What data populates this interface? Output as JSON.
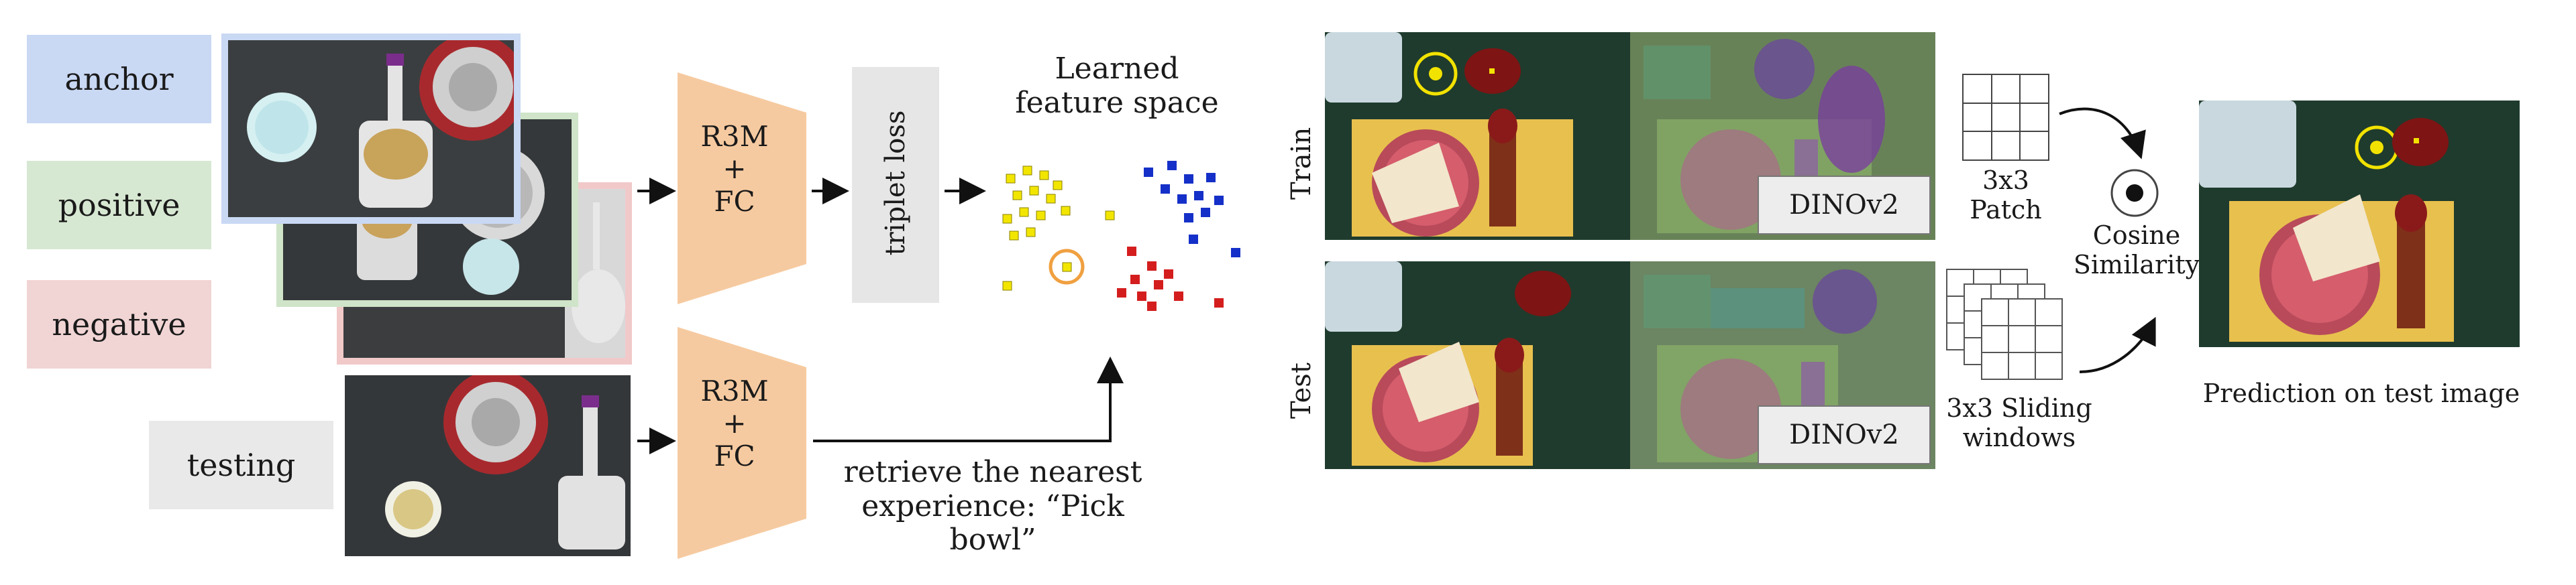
{
  "left": {
    "labels": {
      "anchor": "anchor",
      "positive": "positive",
      "negative": "negative",
      "testing": "testing"
    },
    "colors": {
      "anchor": "#c9d8f3",
      "positive": "#d7e8d2",
      "negative": "#f1d4d4",
      "testing": "#e9e9e9",
      "encoder": "#f6caa0",
      "triplet": "#e6e6e6"
    },
    "encoder_top": {
      "line1": "R3M",
      "line2": "+",
      "line3": "FC"
    },
    "encoder_bottom": {
      "line1": "R3M",
      "line2": "+",
      "line3": "FC"
    },
    "triplet_loss": "triplet loss",
    "feature_space_title": {
      "line1": "Learned",
      "line2": "feature space"
    },
    "retrieve_caption": {
      "line1": "retrieve the nearest",
      "line2": "experience: “Pick bowl”"
    }
  },
  "right": {
    "row_labels": {
      "train": "Train",
      "test": "Test"
    },
    "dino_label_train": "DINOv2",
    "dino_label_test": "DINOv2",
    "patch_label": {
      "line1": "3x3",
      "line2": "Patch"
    },
    "sliding_label": {
      "line1": "3x3 Sliding",
      "line2": "windows"
    },
    "cosine_label": {
      "line1": "Cosine",
      "line2": "Similarity"
    },
    "prediction_caption": "Prediction on test image"
  }
}
